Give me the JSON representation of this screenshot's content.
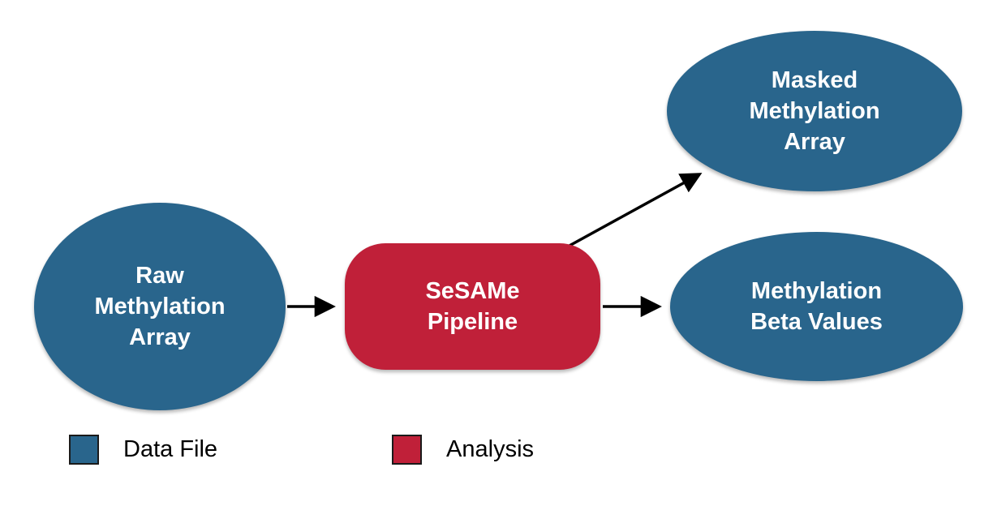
{
  "nodes": {
    "raw_methylation_array": {
      "lines": [
        "Raw",
        "Methylation",
        "Array"
      ],
      "type": "data-file"
    },
    "sesame_pipeline": {
      "lines": [
        "SeSAMe",
        "Pipeline"
      ],
      "type": "analysis"
    },
    "masked_methylation_array": {
      "lines": [
        "Masked",
        "Methylation",
        "Array"
      ],
      "type": "data-file"
    },
    "methylation_beta_values": {
      "lines": [
        "Methylation",
        "Beta Values"
      ],
      "type": "data-file"
    }
  },
  "edges": [
    {
      "from": "raw_methylation_array",
      "to": "sesame_pipeline"
    },
    {
      "from": "sesame_pipeline",
      "to": "masked_methylation_array"
    },
    {
      "from": "sesame_pipeline",
      "to": "methylation_beta_values"
    }
  ],
  "legend": {
    "data_file": {
      "label": "Data File",
      "color": "#29658C"
    },
    "analysis": {
      "label": "Analysis",
      "color": "#C02039"
    }
  },
  "colors": {
    "data_file": "#29658C",
    "analysis": "#C02039",
    "arrow": "#000000",
    "background": "#FFFFFF",
    "node_text": "#FFFFFF"
  }
}
